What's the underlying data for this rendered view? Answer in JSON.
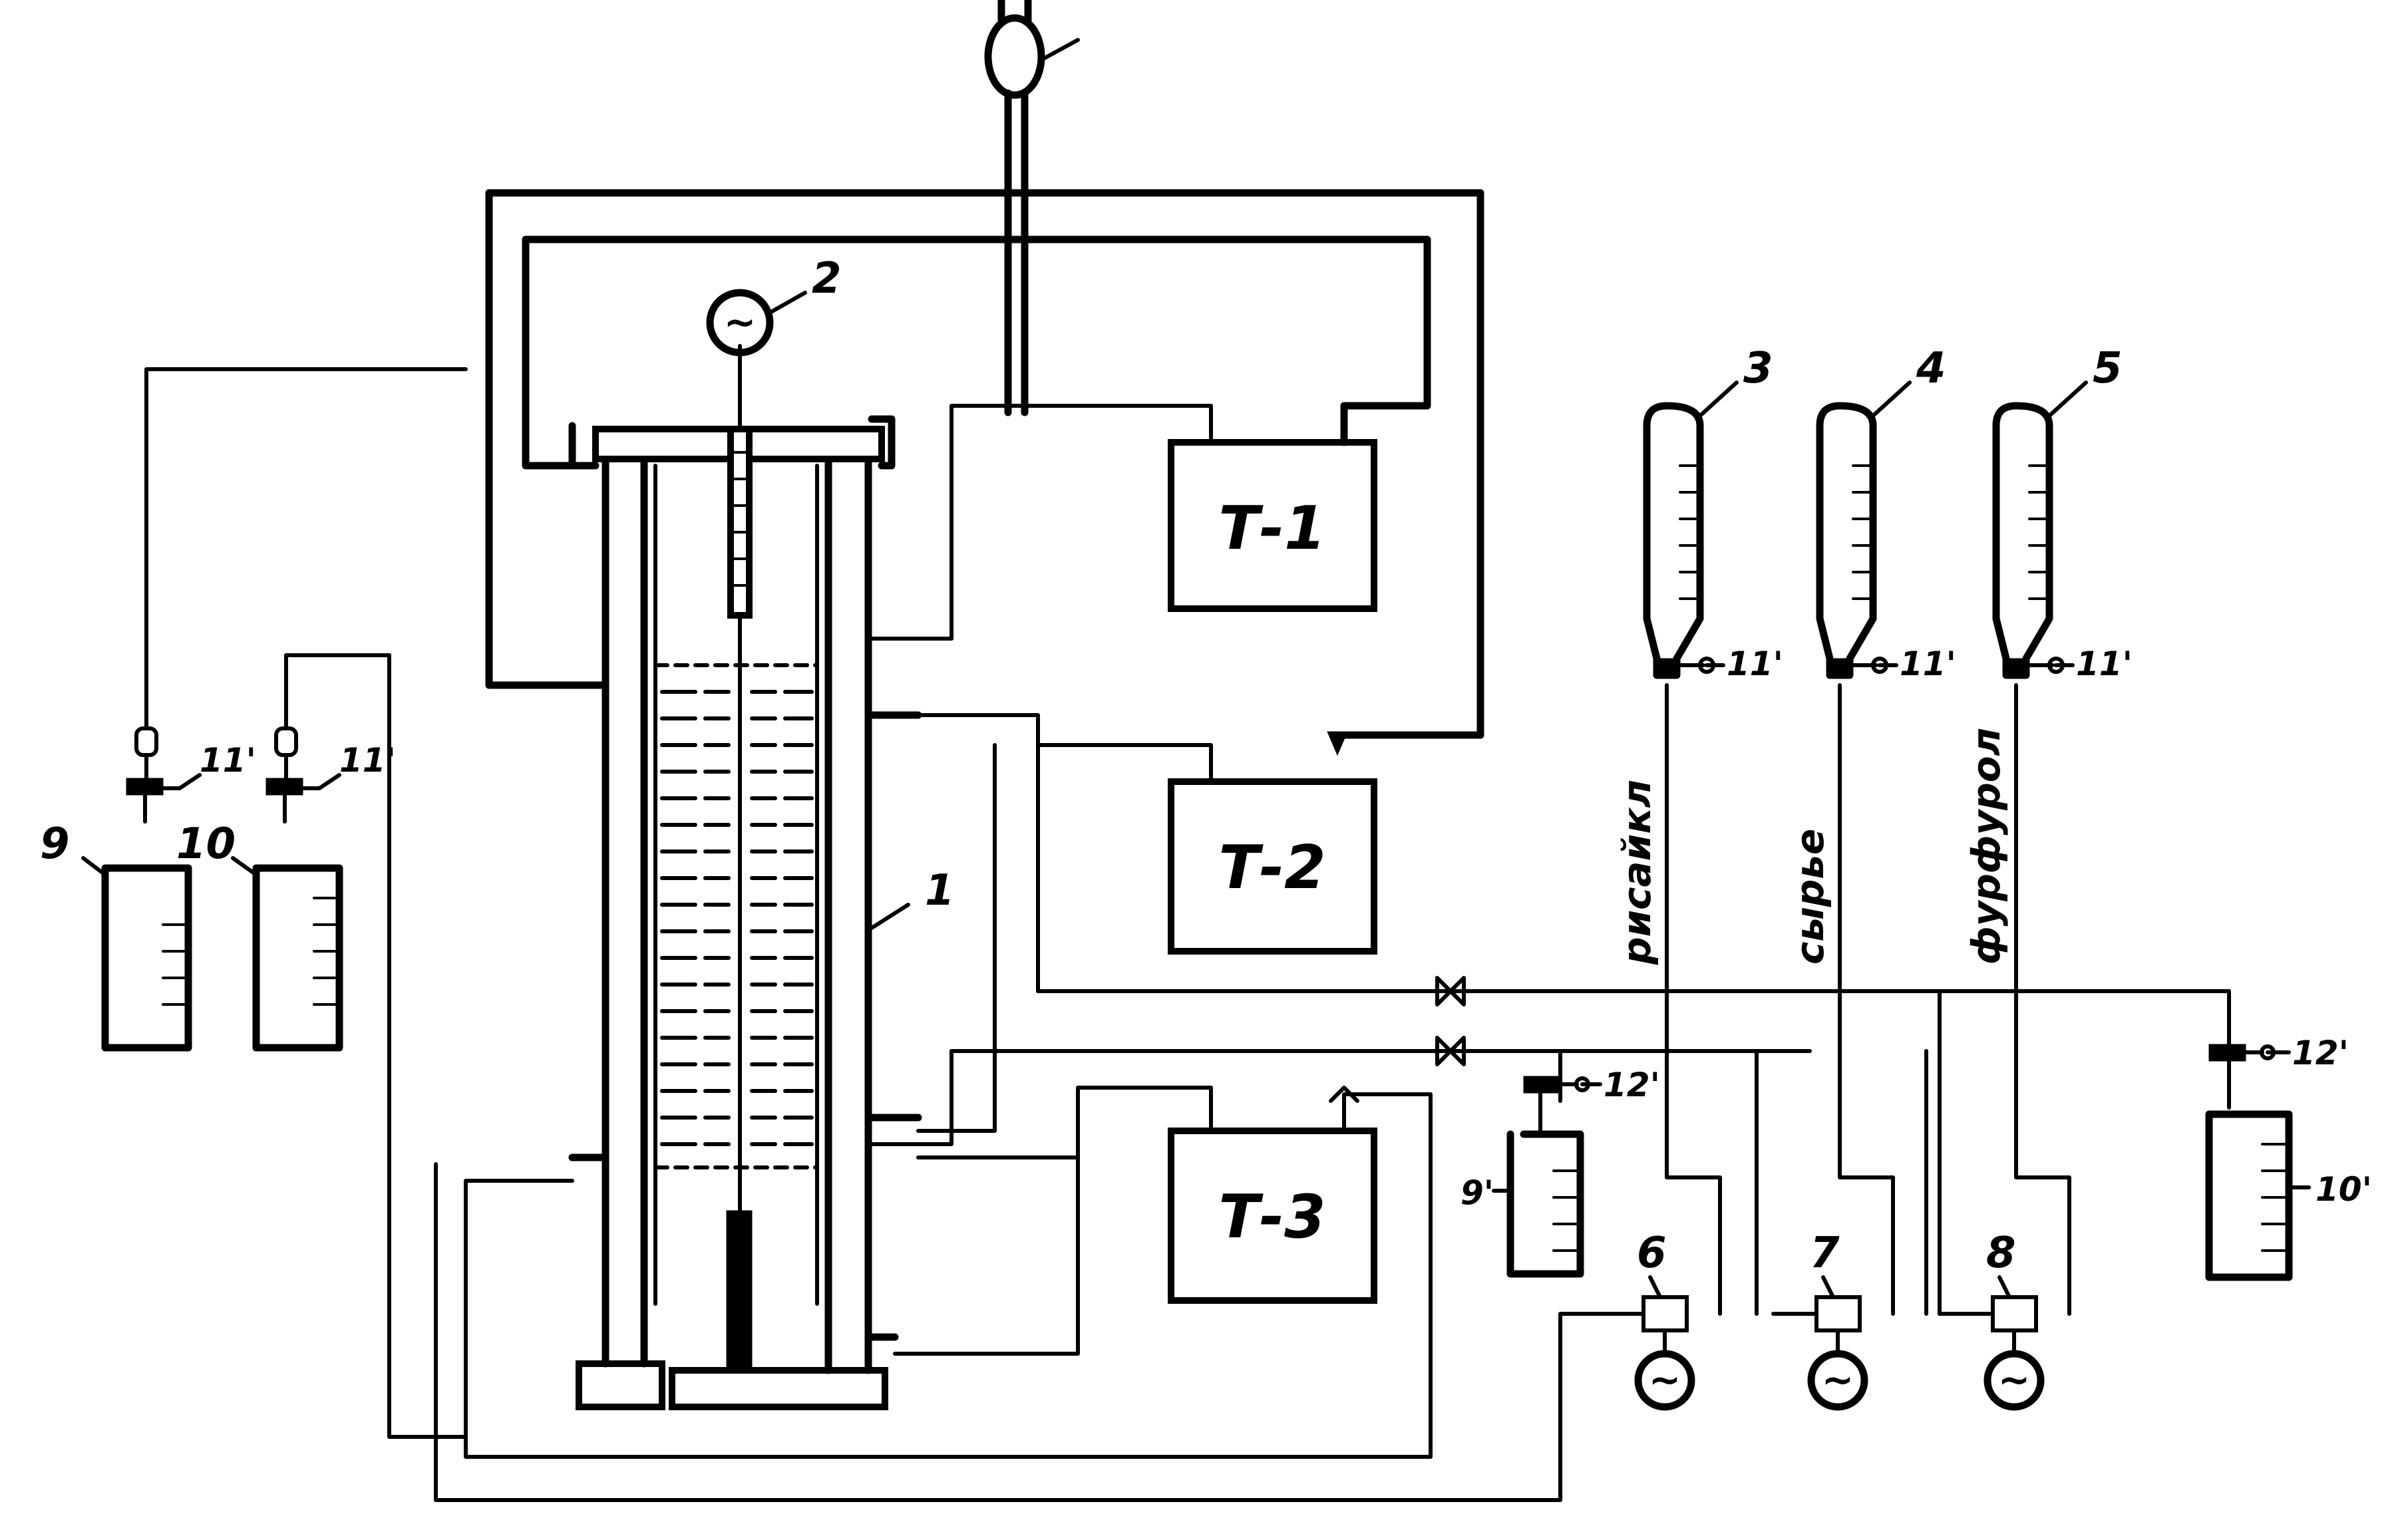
{
  "tanks": [
    {
      "id": "t1",
      "label": "Т-1"
    },
    {
      "id": "t2",
      "label": "Т-2"
    },
    {
      "id": "t3",
      "label": "Т-3"
    }
  ],
  "callouts": {
    "column": "1",
    "motor": "2",
    "burette_recycle": "3",
    "burette_feed": "4",
    "burette_furfural": "5",
    "pump_6": "6",
    "pump_7": "7",
    "pump_8": "8",
    "receiver_9": "9",
    "receiver_10": "10",
    "receiver_9p": "9'",
    "receiver_10p": "10'",
    "valve_11": "11'",
    "valve_12": "12'"
  },
  "stream_labels": {
    "recycle": "рисайкл",
    "feed": "сырье",
    "furfural": "фурфурол"
  },
  "motor_symbol": "~",
  "icons": {
    "motor": "ac-motor-circle-icon",
    "valve": "stopcock-valve-icon",
    "gate": "gate-valve-icon",
    "pump": "pump-icon"
  }
}
